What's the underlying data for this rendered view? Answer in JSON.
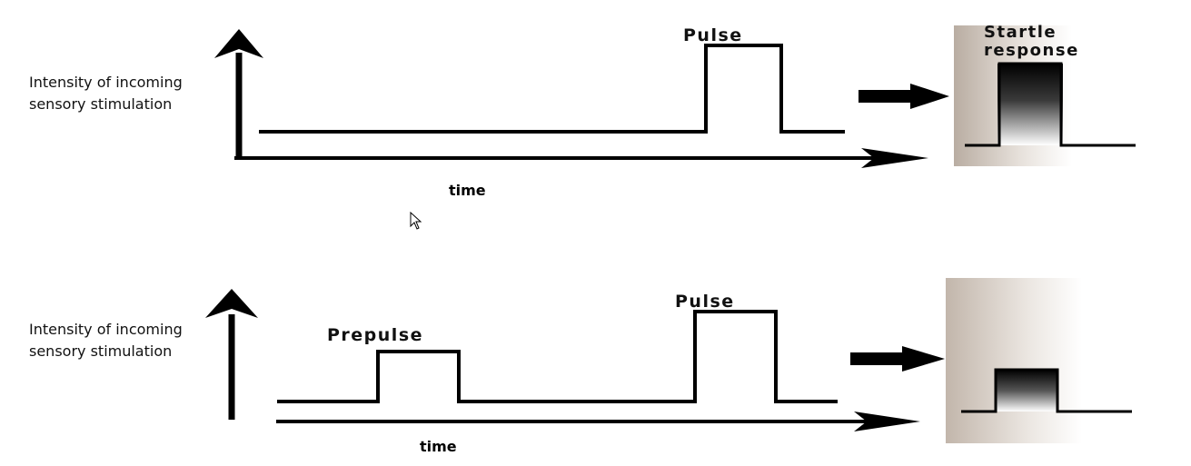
{
  "rows": [
    {
      "y_label_lines": [
        "Intensity of incoming",
        "sensory stimulation"
      ],
      "x_label": "time",
      "pulse_label": "Pulse",
      "response_label": [
        "Startle",
        "response"
      ]
    },
    {
      "y_label_lines": [
        "Intensity of incoming",
        "sensory stimulation"
      ],
      "x_label": "time",
      "prepulse_label": "Prepulse",
      "pulse_label": "Pulse"
    }
  ],
  "colors": {
    "line": "#000000",
    "panel_bg": "#b9ada2",
    "panel_fade": "#ffffff"
  }
}
